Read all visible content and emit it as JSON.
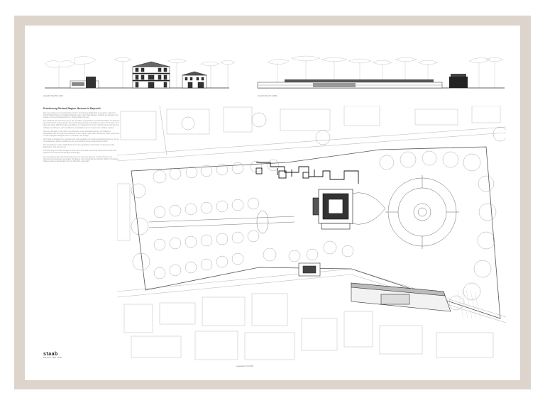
{
  "elevation_left_caption": "Ansicht Süd  M 1:200",
  "elevation_right_caption": "Ansicht Ost  M 1:200",
  "article": {
    "title": "Erweiterung Richard Wagner Museum in Bayreuth",
    "paragraphs": [
      "Die neuen Museum im historischen Garten des Hauses Wahnfried ist Leuchter, zitiert die Richard Wahnfried und Siegfried-Wagner-Haus, das Villenanlagen entfaltet am Eingang und Garten mit einem Bauabschnitt im zeitgemäßen Kontext.",
      "Der Gebäude des Neubaus legt in den mit 1874 vorgestellten Grundstückshälften im Rahmen der historischen Gartenanlage. Die sanfte Erscheinung des Neubaus nimmt sich zurück und lässt das Haus Wahnfried als erste Ebene im Vordergrund stehen. Das Museum wird als eine Abfolge von Räumen auf zwei Ebenen entwickelt, die vom Garten aus sichtbar werden.",
      "Die neue Eingang in den Park vom Museum ist als Ausstellungsraum mit Glasfront ausgebildet und ermöglicht Durchblicke in den Garten. Das Haus Wahnfried bleibt zusammen mit dem Siegfried-Wagner-Haus im Zentrum der Anlage.",
      "Zum Park und Garten hin orientiert sich das Gebäude mit seinen Ausstellungsräumen, die an verschiedenen Stellen Ausblicke in die Landschaft und die Gartenräume bieten.",
      "Die Ausstellung in Haus Wahnfried nimmt den gestalteten historischen Zustand und die Bauphasen des Hauses auf.",
      "In Anlehnung der Gartenanlage ist auch der an die Zeit erinnernde Gartenteil mit dem Hof gefasst und in die Gesamtanlage einbezogen.",
      "Die Ausstellung über das historische Haus ist eine konsequente und durch einen von historischen Hausteilen geprägten Rundgang. Die Sammlung des Archivs bleibt im Siegfried-Wagner-Haus untergebracht und ist öffentlich zugänglich."
    ]
  },
  "site_plan_caption": "Lageplan  M 1:500",
  "logo": {
    "name": "staab",
    "subtitle": "ARCHITEKTEN"
  }
}
